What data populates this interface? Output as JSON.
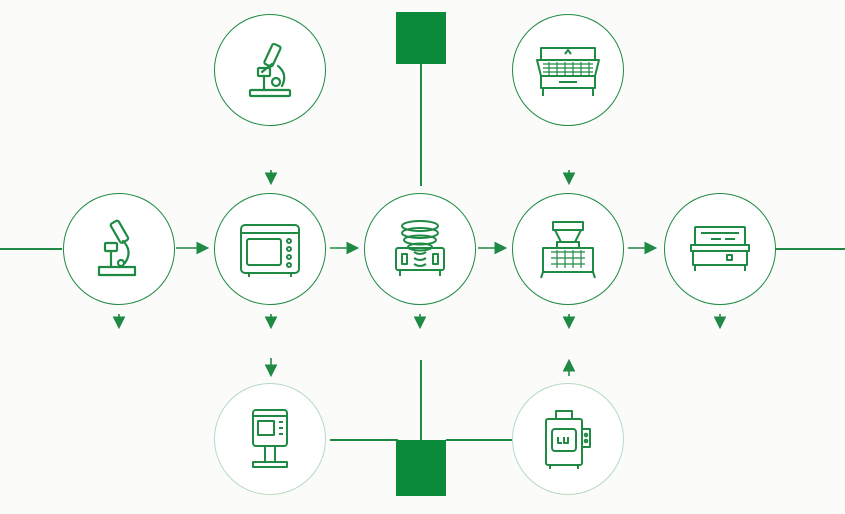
{
  "diagram": {
    "accent_color": "#1f8a44",
    "block_color": "#0a8a3a",
    "nodes": [
      {
        "id": "top-left",
        "icon": "microscope-icon"
      },
      {
        "id": "top-right",
        "icon": "sieve-shaker-icon"
      },
      {
        "id": "row-1",
        "icon": "microscope-icon"
      },
      {
        "id": "row-2",
        "icon": "oven-icon"
      },
      {
        "id": "row-3",
        "icon": "spring-press-icon"
      },
      {
        "id": "row-4",
        "icon": "hopper-sieve-icon"
      },
      {
        "id": "row-5",
        "icon": "conveyor-machine-icon"
      },
      {
        "id": "bottom-left",
        "icon": "analyzer-terminal-icon"
      },
      {
        "id": "bottom-right",
        "icon": "dryer-cabinet-icon"
      }
    ],
    "blocks": [
      "top-square-block",
      "bottom-square-block"
    ]
  }
}
